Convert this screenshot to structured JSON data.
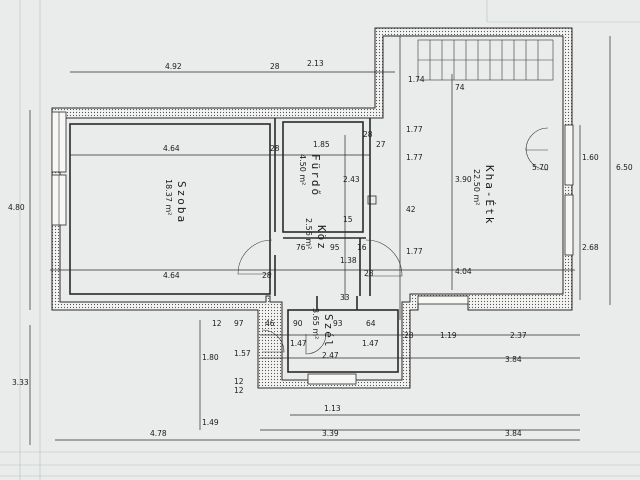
{
  "rooms": {
    "szoba": {
      "name": "Szoba",
      "area": "18.37 m²"
    },
    "furdo": {
      "name": "Fürdő",
      "area": "4.50 m²"
    },
    "koz": {
      "name": "Köz",
      "area": "2.56 m²"
    },
    "szel": {
      "name": "Szél",
      "area": "3.65 m²"
    },
    "kha_etk": {
      "name": "Kha-Étk",
      "area": "22.50 m²"
    }
  },
  "dimensions": {
    "top_left_width": "4.92",
    "top_wall_28": "28",
    "top_mid_width": "2.13",
    "stair_right": "1.74",
    "stair_74": "74",
    "szoba_width": "4.64",
    "szoba_28": "28",
    "furdo_width": "1.85",
    "furdo_28": "28",
    "wall_27": "27",
    "kha_177a": "1.77",
    "furdo_height": "2.43",
    "kha_177b": "1.77",
    "kha_width": "3.90",
    "kha_42": "42",
    "wall_15": "15",
    "door_570": "5.70",
    "right_160": "1.60",
    "right_650": "6.50",
    "right_268": "2.68",
    "left_480": "4.80",
    "koz_76": "76",
    "koz_95": "95",
    "koz_138": "1.38",
    "koz_16": "16",
    "koz_28": "28",
    "kha_177c": "1.77",
    "szoba_width_b": "4.64",
    "szoba_28b": "28",
    "kha_404": "4.04",
    "szel_33": "33",
    "d12": "12",
    "d97": "97",
    "d46": "46",
    "d90": "90",
    "d93": "93",
    "d64": "64",
    "d28b": "28",
    "d119": "1.19",
    "d237": "2.37",
    "d147a": "1.47",
    "d147b": "1.47",
    "d247": "2.47",
    "d384a": "3.84",
    "d180": "1.80",
    "d157": "1.57",
    "d12b": "12",
    "d12c": "12",
    "left_333": "3.33",
    "d113": "1.13",
    "d149": "1.49",
    "bottom_478": "4.78",
    "bottom_339": "3.39",
    "bottom_384": "3.84"
  }
}
